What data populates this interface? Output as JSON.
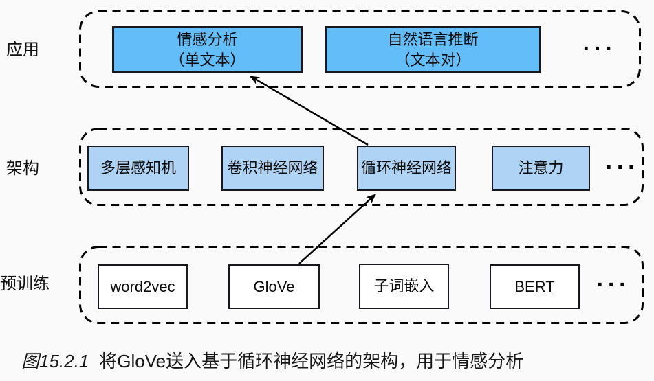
{
  "figure": {
    "rows": [
      {
        "label": "应用",
        "boxes": [
          {
            "title": "情感分析",
            "subtitle": "（单文本）"
          },
          {
            "title": "自然语言推断",
            "subtitle": "（文本对）"
          }
        ],
        "ellipsis": "···"
      },
      {
        "label": "架构",
        "boxes": [
          {
            "title": "多层感知机"
          },
          {
            "title": "卷积神经网络"
          },
          {
            "title": "循环神经网络"
          },
          {
            "title": "注意力"
          }
        ],
        "ellipsis": "···"
      },
      {
        "label": "预训练",
        "boxes": [
          {
            "title": "word2vec"
          },
          {
            "title": "GloVe"
          },
          {
            "title": "子词嵌入"
          },
          {
            "title": "BERT"
          }
        ],
        "ellipsis": "···"
      }
    ],
    "arrows": [
      {
        "from": "GloVe",
        "to": "循环神经网络"
      },
      {
        "from": "循环神经网络",
        "to": "情感分析（单文本）"
      }
    ],
    "caption": {
      "number": "图15.2.1",
      "text": "将GloVe送入基于循环神经网络的架构，用于情感分析"
    },
    "colors": {
      "application_box_fill": "#63bdf8",
      "architecture_box_fill": "#afd3f4",
      "pretraining_box_fill": "#ffffff",
      "box_border": "#16181d",
      "outlines_and_arrows": "#000000",
      "background": "#fafafa",
      "text": "#111111"
    }
  }
}
